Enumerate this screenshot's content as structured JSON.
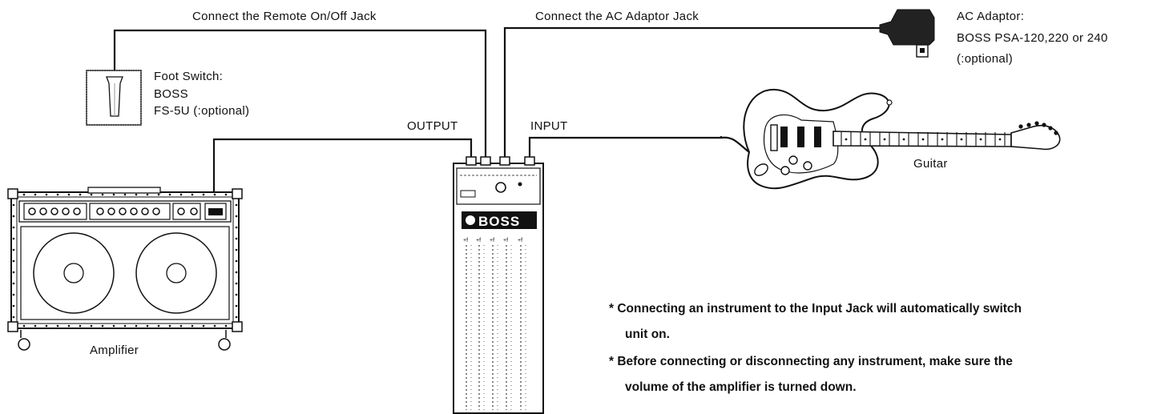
{
  "labels": {
    "remote_jack": "Connect the Remote On/Off Jack",
    "ac_jack": "Connect the AC Adaptor Jack",
    "ac_adaptor_title": "AC Adaptor:",
    "ac_adaptor_model": "BOSS PSA-120,220 or 240",
    "ac_adaptor_optional": "(:optional)",
    "foot_switch_title": "Foot Switch:",
    "foot_switch_brand": "BOSS",
    "foot_switch_model": "FS-5U (:optional)",
    "output": "OUTPUT",
    "input": "INPUT",
    "guitar": "Guitar",
    "amplifier": "Amplifier",
    "pedal_brand": "BOSS"
  },
  "notes": {
    "note1_line1": "* Connecting an instrument to the Input Jack will automatically switch",
    "note1_line2": "unit on.",
    "note2_line1": "* Before connecting or disconnecting any instrument, make sure the",
    "note2_line2": "volume of the amplifier is turned down."
  }
}
